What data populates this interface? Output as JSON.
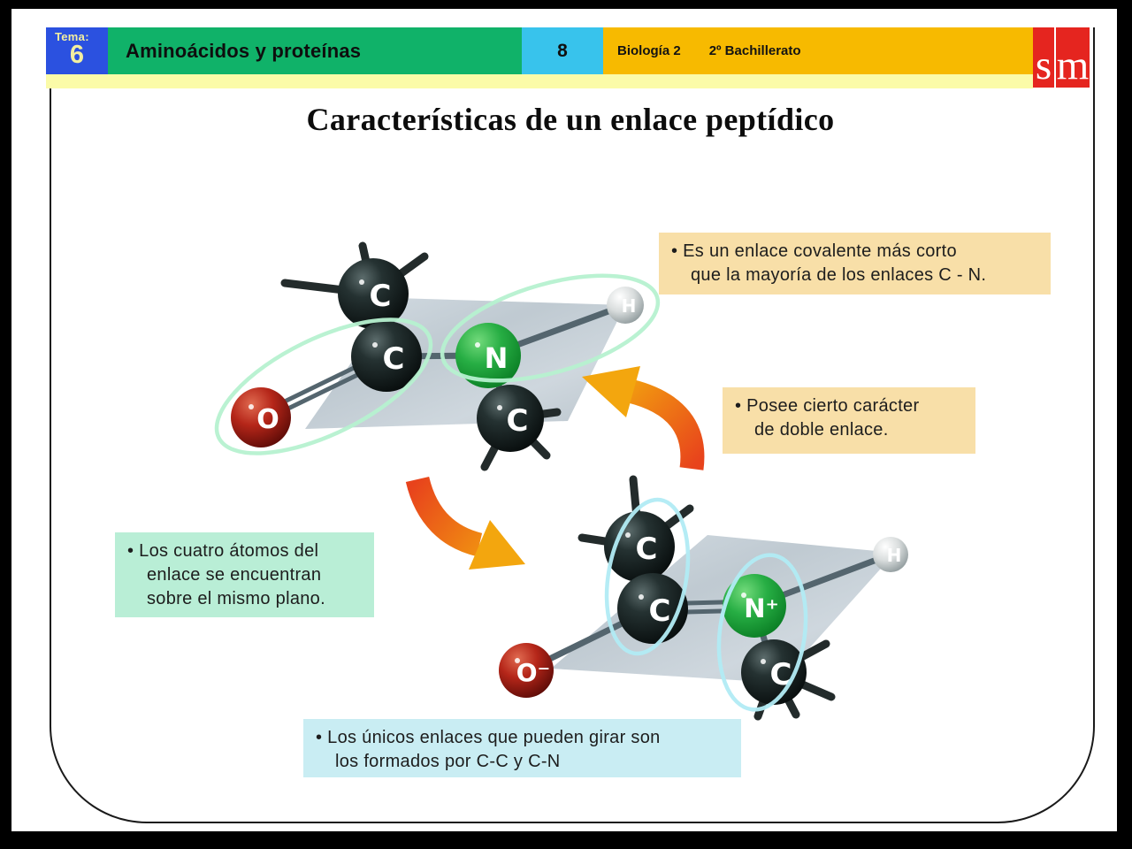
{
  "header": {
    "tema_label": "Tema:",
    "tema_number": "6",
    "unit_title": "Aminoácidos y proteínas",
    "page_number": "8",
    "course": "Biología 2",
    "level": "2º Bachillerato",
    "logo_s": "s",
    "logo_m": "m"
  },
  "slide": {
    "title": "Características de un enlace peptídico"
  },
  "callouts": {
    "shorter_bond": {
      "lines": [
        "• Es un enlace covalente más corto",
        "que la mayoría de los enlaces C - N."
      ]
    },
    "double_bond": {
      "lines": [
        "• Posee cierto carácter",
        "de doble enlace."
      ]
    },
    "same_plane": {
      "lines": [
        "• Los cuatro átomos del",
        "enlace se encuentran",
        "sobre el mismo plano."
      ]
    },
    "rotatable": {
      "lines": [
        "• Los únicos enlaces que pueden girar son",
        "los formados por C-C y C-N"
      ]
    }
  },
  "molecule_top": {
    "atoms": {
      "methyl_carbon": "C",
      "carbonyl_carbon": "C",
      "oxygen": "O",
      "nitrogen": "N",
      "n_methyl_carbon": "C",
      "amide_hydrogen": "H"
    }
  },
  "molecule_bottom": {
    "atoms": {
      "methyl_carbon": "C",
      "carbonyl_carbon": "C",
      "oxygen": "O⁻",
      "nitrogen": "N⁺",
      "n_methyl_carbon": "C",
      "amide_hydrogen": "H"
    }
  },
  "colors": {
    "header_blue": "#2b51e0",
    "header_green": "#10b269",
    "header_cyan": "#38c3ec",
    "header_amber": "#f7ba00",
    "header_pale_strip": "#fbfba8",
    "logo_red": "#e5251f",
    "callout_tan": "#f8dfa8",
    "callout_mint": "#b9eed6",
    "callout_cyan": "#c9edf3",
    "arrow_red": "#e8431c",
    "arrow_orange": "#f3a60e",
    "nitrogen_green": "#1d9e3a",
    "oxygen_red": "#9c1410",
    "bond_gray": "#54656e"
  }
}
